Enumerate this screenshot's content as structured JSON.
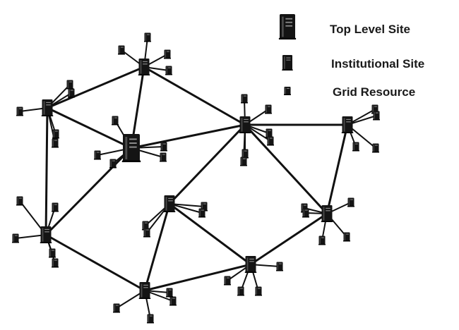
{
  "legend": {
    "top_level": "Top Level Site",
    "institutional": "Institutional Site",
    "grid_resource": "Grid Resource"
  },
  "colors": {
    "tower": "#141414",
    "tower_highlight": "#5a5a5a",
    "link": "#111111",
    "background": "#ffffff"
  },
  "icons": {
    "top_level": "server-tower-large-icon",
    "institutional": "server-tower-medium-icon",
    "grid_resource": "server-tower-small-icon"
  }
}
